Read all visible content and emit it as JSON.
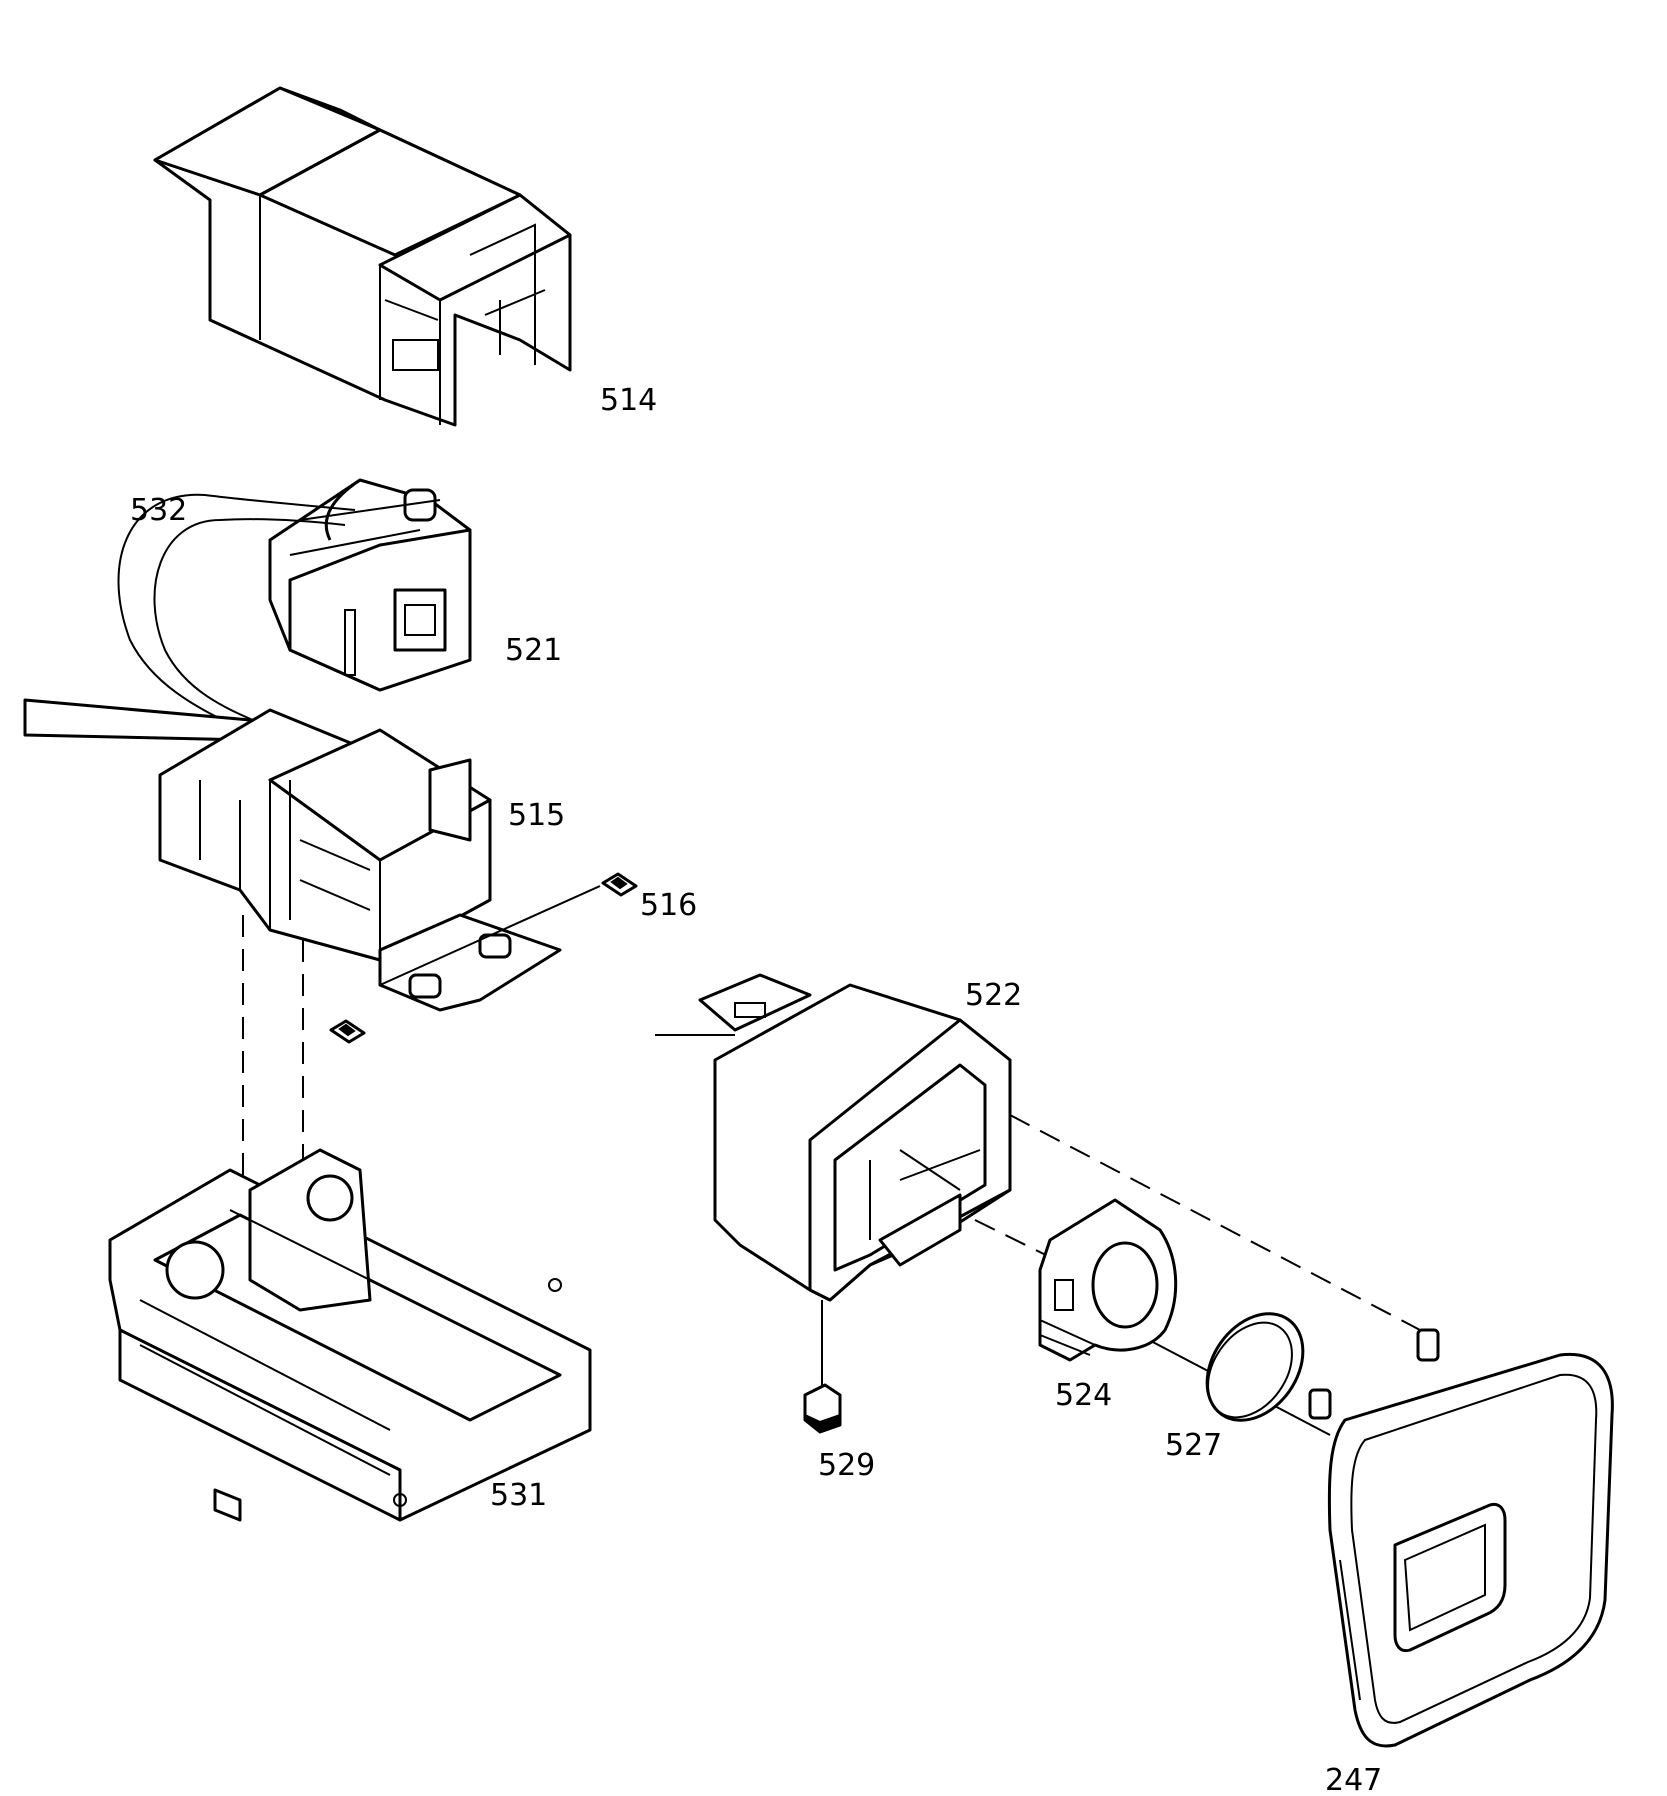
{
  "callouts": {
    "p514": "514",
    "p532": "532",
    "p521": "521",
    "p515": "515",
    "p516": "516",
    "p522": "522",
    "p531": "531",
    "p524": "524",
    "p529": "529",
    "p527": "527",
    "p247": "247"
  },
  "colors": {
    "line": "#000000",
    "background": "#ffffff"
  }
}
